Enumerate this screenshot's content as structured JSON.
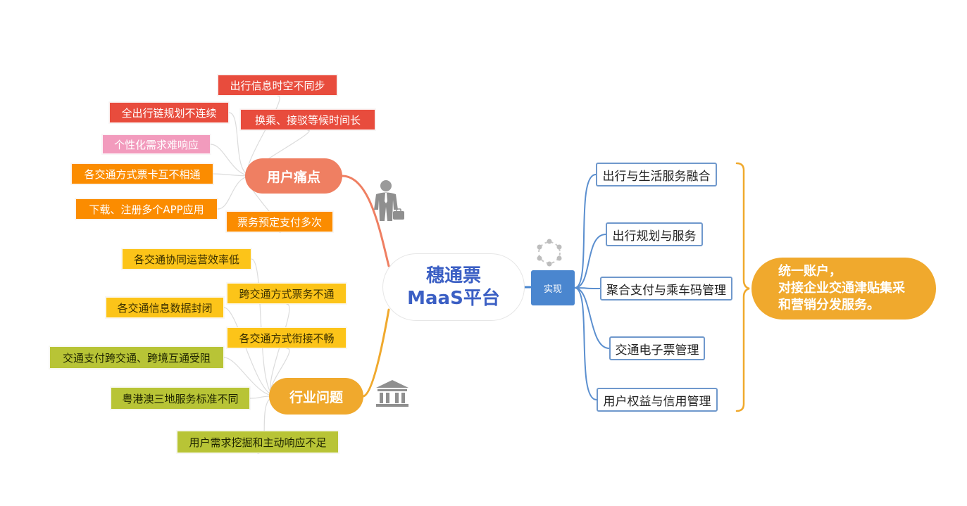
{
  "colors": {
    "red": "#e84c3d",
    "pink": "#f29bbd",
    "orange": "#fb8c00",
    "yellow": "#fcc419",
    "olive": "#b8c436",
    "salmon": "#ef7f62",
    "gold": "#f0a92d",
    "blue": "#3b5fc4",
    "blue2": "#4a86cf",
    "boxborder": "#6f98cc",
    "connector_user": "#ef7f62",
    "connector_industry": "#f0a92d",
    "connector_right": "#5b8fcf",
    "connector_leaf": "#dcdcdc"
  },
  "center": {
    "line1": "穗通票",
    "line2": "MaaS平台"
  },
  "user_pain": {
    "label": "用户痛点",
    "icon": "businessman-icon",
    "items": [
      {
        "text": "出行信息时空不同步",
        "color": "red"
      },
      {
        "text": "全出行链规划不连续",
        "color": "red"
      },
      {
        "text": "换乘、接驳等候时间长",
        "color": "red"
      },
      {
        "text": "个性化需求难响应",
        "color": "pink"
      },
      {
        "text": "各交通方式票卡互不相通",
        "color": "orange"
      },
      {
        "text": "下载、注册多个APP应用",
        "color": "orange"
      },
      {
        "text": "票务预定支付多次",
        "color": "orange"
      }
    ]
  },
  "industry": {
    "label": "行业问题",
    "icon": "bank-building-icon",
    "items": [
      {
        "text": "各交通协同运营效率低",
        "color": "yellow"
      },
      {
        "text": "跨交通方式票务不通",
        "color": "yellow"
      },
      {
        "text": "各交通信息数据封闭",
        "color": "yellow"
      },
      {
        "text": "各交通方式衔接不畅",
        "color": "yellow"
      },
      {
        "text": "交通支付跨交通、跨境互通受阻",
        "color": "olive"
      },
      {
        "text": "粤港澳三地服务标准不同",
        "color": "olive"
      },
      {
        "text": "用户需求挖掘和主动响应不足",
        "color": "olive"
      }
    ]
  },
  "implementation": {
    "label": "实现",
    "icon": "network-ring-icon",
    "items": [
      "出行与生活服务融合",
      "出行规划与服务",
      "聚合支付与乘车码管理",
      "交通电子票管理",
      "用户权益与信用管理"
    ]
  },
  "summary": {
    "line1": "统一账户，",
    "line2": "对接企业交通津贴集采",
    "line3": "和营销分发服务。"
  }
}
